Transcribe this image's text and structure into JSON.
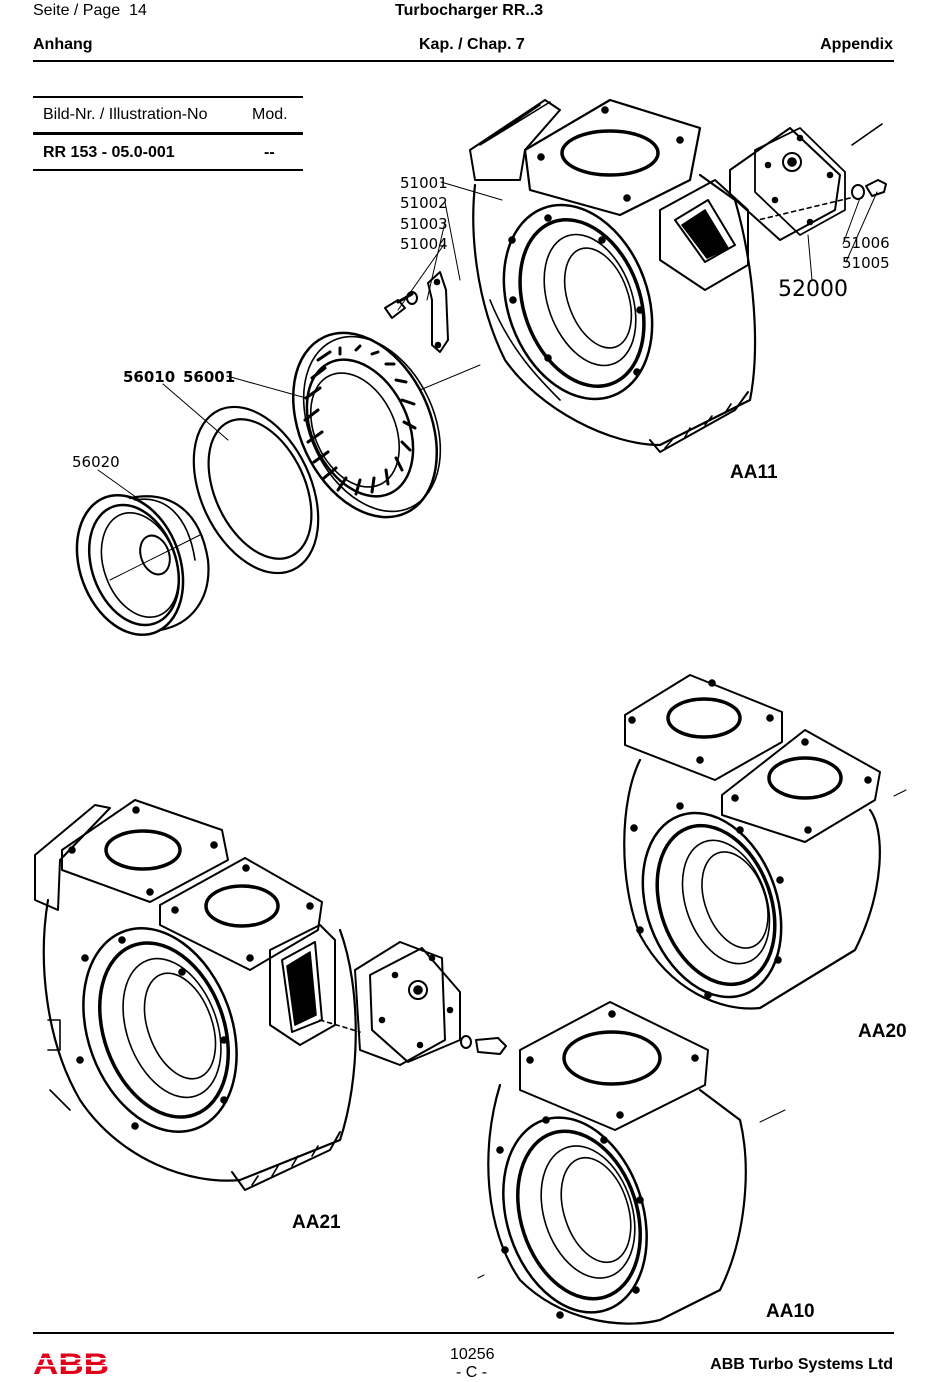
{
  "header": {
    "page_label": "Seite / Page",
    "page_number": "14",
    "title": "Turbocharger RR..3",
    "section_left": "Anhang",
    "chapter": "Kap. / Chap. 7",
    "section_right": "Appendix"
  },
  "illustration_table": {
    "col_illustration": "Bild-Nr. / Illustration-No",
    "col_mod": "Mod.",
    "illustration_no": "RR 153 - 05.0-001",
    "mod": "--"
  },
  "part_numbers": {
    "p51001": "51001",
    "p51002": "51002",
    "p51003": "51003",
    "p51004": "51004",
    "p51006": "51006",
    "p51005": "51005",
    "p52000": "52000",
    "p56010": "56010",
    "p56001": "56001",
    "p56020": "56020"
  },
  "variant_labels": {
    "aa11": "AA11",
    "aa20": "AA20",
    "aa21": "AA21",
    "aa10": "AA10"
  },
  "footer": {
    "doc_number": "10256",
    "revision": "- C -",
    "company": "ABB Turbo Systems Ltd",
    "logo_text": "ABB"
  }
}
